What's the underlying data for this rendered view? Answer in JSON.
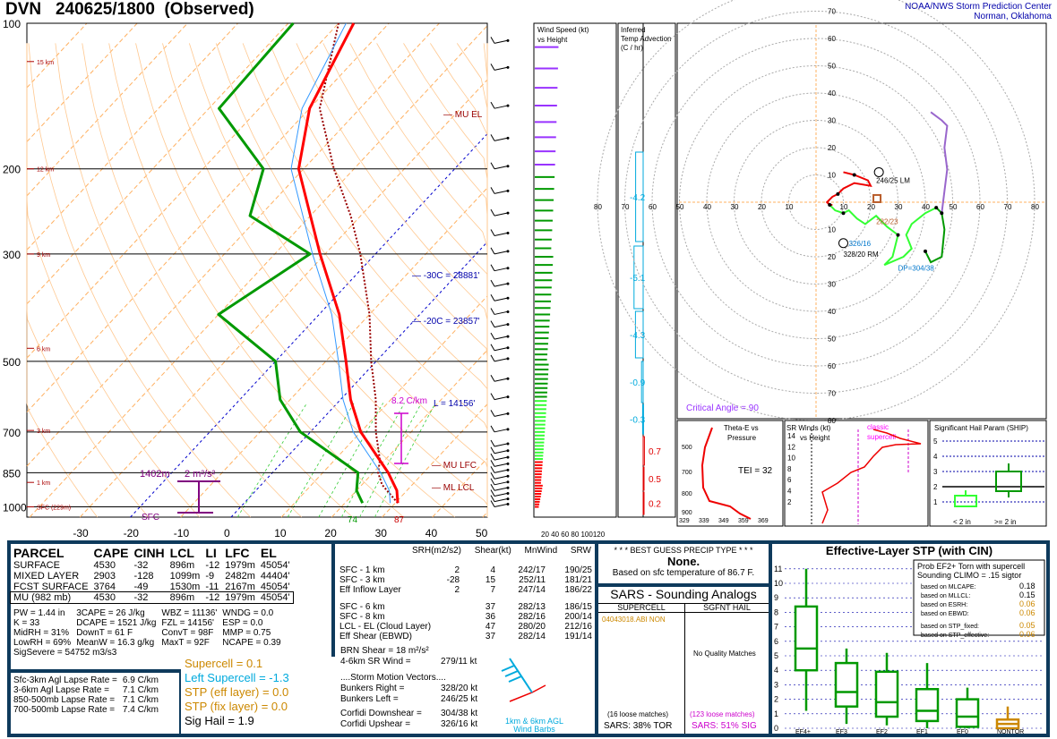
{
  "title": "DVN   240625/1800  (Observed)",
  "credit": {
    "line1": "NOAA/NWS Storm Prediction Center",
    "line2": "Norman, Oklahoma"
  },
  "skewt": {
    "pressure_labels": [
      "100",
      "200",
      "300",
      "500",
      "700",
      "850",
      "1000"
    ],
    "temp_labels": [
      "-30",
      "-20",
      "-10",
      "0",
      "10",
      "20",
      "30",
      "40",
      "50"
    ],
    "height_labels": [
      "15 km",
      "12 km",
      "9 km",
      "6 km",
      "3 km",
      "1 km",
      "SFC (229m)"
    ],
    "annotations": {
      "mu_el": "MU EL",
      "minus30": "-30C = 28881'",
      "minus20": "-20C = 23857'",
      "lapse": "8.2 C/km",
      "lapse_l": "L = 14156'",
      "mu_lfc": "MU LFC",
      "ml_lcl": "ML LCL",
      "dcape_h": "1402m",
      "dcape_v": "2 m²/s²",
      "sfc": "SFC",
      "td_sfc": "74",
      "t_sfc": "87"
    }
  },
  "windspeed": {
    "title1": "Wind Speed (kt)",
    "title2": "vs Height",
    "axis": "20 40 60 80 100120"
  },
  "tempadv": {
    "title1": "Inferred",
    "title2": "Temp Advection",
    "title3": "(C / hr)",
    "values": [
      "-4.2",
      "-5.1",
      "-4.3",
      "-0.9",
      "-0.3",
      "0.7",
      "0.5",
      "0.2"
    ]
  },
  "hodo": {
    "ticks": [
      "10",
      "20",
      "30",
      "40",
      "50",
      "60",
      "70",
      "80"
    ],
    "lm": "246/25 LM",
    "rm": "328/20 RM",
    "mw": "282/23",
    "dp": "DP=304/38",
    "cu": "326/16",
    "crit": "Critical Angle = 90"
  },
  "theta": {
    "title1": "Theta-E vs",
    "title2": "Pressure",
    "tei": "TEI = 32",
    "plabels": [
      "500",
      "700",
      "800",
      "900"
    ],
    "xlabels": [
      "329",
      "339",
      "349",
      "359",
      "369"
    ]
  },
  "srwind": {
    "title1": "SR Winds (kt)",
    "title2": "vs Height",
    "classic1": "classic",
    "classic2": "supercell",
    "hlabels": [
      "14",
      "12",
      "10",
      "8",
      "6",
      "4",
      "2"
    ]
  },
  "ship": {
    "title": "Significant Hail Param (SHIP)",
    "ylabels": [
      "5",
      "4",
      "3",
      "2",
      "1"
    ],
    "lt": "< 2 in",
    "gt": ">= 2 in"
  },
  "parcel": {
    "headers": [
      "PARCEL",
      "CAPE",
      "CINH",
      "LCL",
      "LI",
      "LFC",
      "EL"
    ],
    "rows": [
      [
        "SURFACE",
        "4530",
        "-32",
        "896m",
        "-12",
        "1979m",
        "45054'"
      ],
      [
        "MIXED LAYER",
        "2903",
        "-128",
        "1099m",
        "-9",
        "2482m",
        "44404'"
      ],
      [
        "FCST SURFACE",
        "3764",
        "-49",
        "1530m",
        "-11",
        "2167m",
        "45054'"
      ],
      [
        "MU (982 mb)",
        "4530",
        "-32",
        "896m",
        "-12",
        "1979m",
        "45054'"
      ]
    ],
    "indices": [
      [
        "PW = 1.44 in",
        "3CAPE = 26 J/kg",
        "WBZ = 11136'",
        "WNDG = 0.0"
      ],
      [
        "K = 33",
        "DCAPE = 1521 J/kg",
        "FZL = 14156'",
        "ESP = 0.0"
      ],
      [
        "MidRH = 31%",
        "DownT = 61 F",
        "ConvT = 98F",
        "MMP = 0.75"
      ],
      [
        "LowRH = 69%",
        "MeanW = 16.3 g/kg",
        "MaxT = 92F",
        "NCAPE = 0.39"
      ]
    ],
    "sigsevere": "SigSevere = 54752 m3/s3",
    "lapse": [
      [
        "Sfc-3km Agl Lapse Rate =",
        "6.9 C/km"
      ],
      [
        "3-6km Agl Lapse Rate =",
        "7.1 C/km"
      ],
      [
        "850-500mb Lapse Rate =",
        "7.1 C/km"
      ],
      [
        "700-500mb Lapse Rate =",
        "7.4 C/km"
      ]
    ],
    "composite": [
      "Supercell = 0.1",
      "Left Supercell = -1.3",
      "STP (eff layer) = 0.0",
      "STP (fix layer) = 0.0",
      "Sig Hail = 1.9"
    ]
  },
  "kinematics": {
    "headers": [
      "SRH(m2/s2)",
      "Shear(kt)",
      "MnWind",
      "SRW"
    ],
    "rows": [
      [
        "SFC - 1 km",
        "2",
        "4",
        "242/17",
        "190/25"
      ],
      [
        "SFC - 3 km",
        "-28",
        "15",
        "252/11",
        "181/21"
      ],
      [
        "Eff Inflow Layer",
        "2",
        "7",
        "247/14",
        "186/22"
      ],
      [
        "SFC - 6 km",
        "",
        "37",
        "282/13",
        "186/15"
      ],
      [
        "SFC - 8 km",
        "",
        "36",
        "282/16",
        "200/14"
      ],
      [
        "LCL - EL (Cloud Layer)",
        "",
        "47",
        "280/20",
        "212/16"
      ],
      [
        "Eff Shear (EBWD)",
        "",
        "37",
        "282/14",
        "191/14"
      ]
    ],
    "brn": "BRN Shear =   18 m²/s²",
    "srw46": "4-6km SR Wind =",
    "srw46v": "279/11 kt",
    "motion": "....Storm Motion Vectors....",
    "motions": [
      [
        "Bunkers Right =",
        "328/20 kt"
      ],
      [
        "Bunkers Left =",
        "246/25 kt"
      ],
      [
        "Corfidi Downshear =",
        "304/38 kt"
      ],
      [
        "Corfidi Upshear =",
        "326/16 kt"
      ]
    ],
    "barbs": "1km & 6km AGL",
    "barbs2": "Wind Barbs"
  },
  "precip": {
    "title": "* * * BEST GUESS PRECIP TYPE * * *",
    "value": "None.",
    "basis": "Based on sfc temperature of 86.7 F."
  },
  "sars": {
    "title": "SARS - Sounding Analogs",
    "col1": "SUPERCELL",
    "col2": "SGFNT HAIL",
    "match": "04043018.ABI   NON",
    "noq": "No Quality Matches",
    "loose1": "(16 loose matches)",
    "loose2": "(123 loose matches)",
    "tor": "SARS:  38% TOR",
    "sig": "SARS:  51% SIG"
  },
  "stp": {
    "title": "Effective-Layer STP (with CIN)",
    "box1": "Prob EF2+ Torn with supercell",
    "box2": "Sounding CLIMO = .15 sigtor",
    "probs": [
      [
        "based on MLCAPE:",
        "0.18"
      ],
      [
        "based on MLLCL:",
        "0.15"
      ],
      [
        "based on ESRH:",
        "0.06"
      ],
      [
        "based on EBWD:",
        "0.06"
      ],
      [
        "based on STP_fixed:",
        "0.05"
      ],
      [
        "based on STP_effective:",
        "0.06"
      ]
    ],
    "ylabels": [
      "11",
      "10",
      "9",
      "8",
      "7",
      "6",
      "5",
      "4",
      "3",
      "2",
      "1",
      "0"
    ],
    "categories": [
      "EF4+",
      "EF3",
      "EF2",
      "EF1",
      "EF0",
      "NONTOR"
    ]
  },
  "colors": {
    "temp": "#ff0000",
    "dew": "#009900",
    "bg_panel": "#0e3a5c",
    "cyan": "#00e5ff",
    "purple": "#9933ff"
  },
  "chart_data": {
    "type": "line",
    "title": "DVN   240625/1800  (Observed)",
    "xlabel": "",
    "ylabel": "",
    "x_ticks": [
      -30,
      -20,
      -10,
      0,
      10,
      20,
      30,
      40,
      50
    ],
    "y_ticks_mb": [
      100,
      200,
      300,
      500,
      700,
      850,
      1000
    ],
    "series": [
      {
        "name": "",
        "pressure_mb": [
          982,
          925,
          850,
          700,
          600,
          500,
          400,
          300,
          250,
          200,
          150,
          100
        ],
        "values": [
          30.5,
          28,
          23,
          10,
          2,
          -6,
          -16,
          -31,
          -40,
          -51,
          -60,
          -67
        ]
      },
      {
        "name": "",
        "pressure_mb": [
          982,
          925,
          850,
          700,
          600,
          500,
          400,
          300,
          250,
          200,
          150,
          100
        ],
        "values": [
          23.5,
          20,
          17,
          -2,
          -12,
          -20,
          -40,
          -33,
          -52,
          -58,
          -78,
          -79
        ]
      }
    ]
  }
}
